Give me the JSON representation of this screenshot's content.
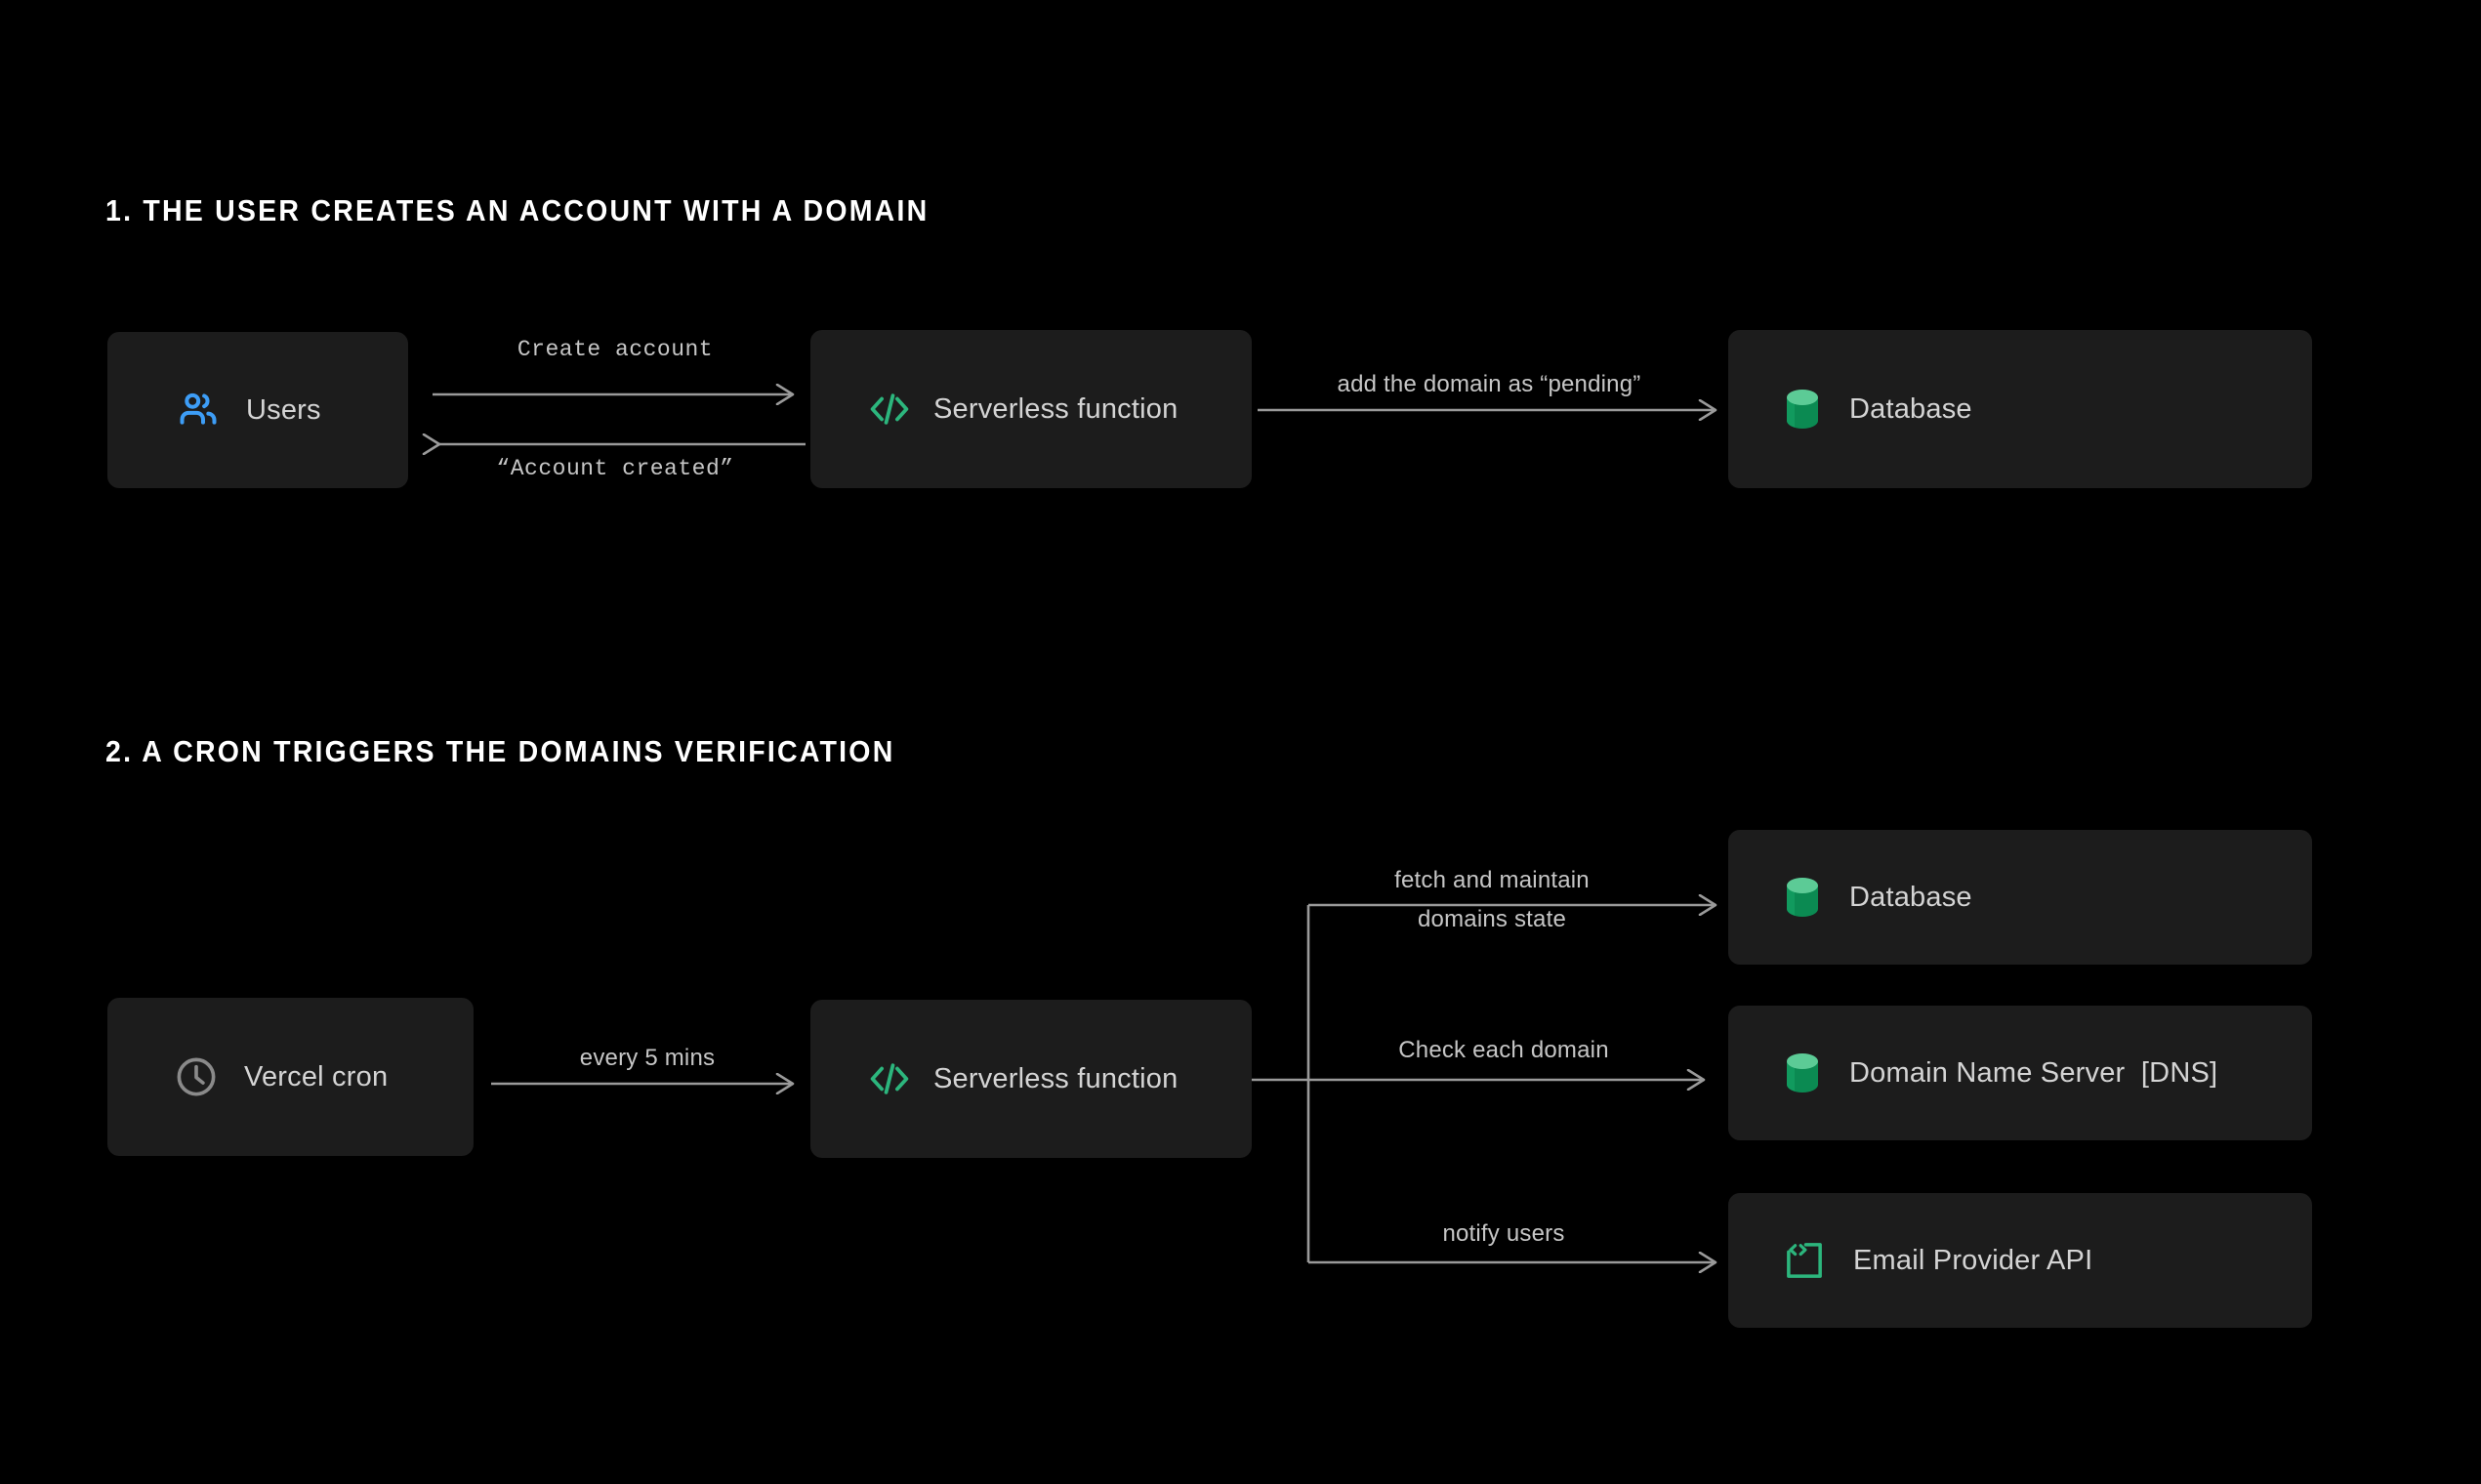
{
  "theme": {
    "background": "#000000",
    "card_background": "#1c1c1c",
    "text_primary": "#ffffff",
    "text_secondary": "#d4d4d4",
    "edge_line": "#9a9a9a",
    "accent_green": "#2cb67d",
    "accent_green_light": "#5ccb96",
    "accent_green_dark": "#0e8a52",
    "accent_blue": "#3d9df6",
    "icon_gray": "#8a8a8a"
  },
  "sections": [
    {
      "id": "section-1",
      "heading": "1. THE USER CREATES AN ACCOUNT WITH A DOMAIN",
      "nodes": [
        {
          "id": "users",
          "label": "Users",
          "icon": "users-icon"
        },
        {
          "id": "serverless-1",
          "label": "Serverless function",
          "icon": "code-icon"
        },
        {
          "id": "database-1",
          "label": "Database",
          "icon": "database-icon"
        }
      ],
      "edges": [
        {
          "id": "create-account",
          "label": "Create account",
          "style": "mono",
          "direction": "right",
          "from": "users",
          "to": "serverless-1"
        },
        {
          "id": "account-created",
          "label": "“Account created”",
          "style": "mono",
          "direction": "left",
          "from": "serverless-1",
          "to": "users"
        },
        {
          "id": "add-domain",
          "label": "add the domain as “pending”",
          "style": "sans",
          "direction": "right",
          "from": "serverless-1",
          "to": "database-1"
        }
      ]
    },
    {
      "id": "section-2",
      "heading": "2. A CRON TRIGGERS THE DOMAINS VERIFICATION",
      "nodes": [
        {
          "id": "cron",
          "label": "Vercel cron",
          "icon": "clock-icon"
        },
        {
          "id": "serverless-2",
          "label": "Serverless function",
          "icon": "code-icon"
        },
        {
          "id": "database-2",
          "label": "Database",
          "icon": "database-icon"
        },
        {
          "id": "dns",
          "label": "Domain Name Server  [DNS]",
          "icon": "database-icon"
        },
        {
          "id": "email",
          "label": "Email Provider API",
          "icon": "api-bracket-icon"
        }
      ],
      "edges": [
        {
          "id": "every-5-mins",
          "label": "every 5 mins",
          "style": "sans",
          "direction": "right",
          "from": "cron",
          "to": "serverless-2"
        },
        {
          "id": "fetch-maintain",
          "label_line1": "fetch and maintain",
          "label_line2": "domains state",
          "style": "sans",
          "direction": "right",
          "from": "serverless-2",
          "to": "database-2"
        },
        {
          "id": "check-domain",
          "label": "Check each domain",
          "style": "sans",
          "direction": "right",
          "from": "serverless-2",
          "to": "dns"
        },
        {
          "id": "notify-users",
          "label": "notify users",
          "style": "sans",
          "direction": "right",
          "from": "serverless-2",
          "to": "email"
        }
      ]
    }
  ]
}
